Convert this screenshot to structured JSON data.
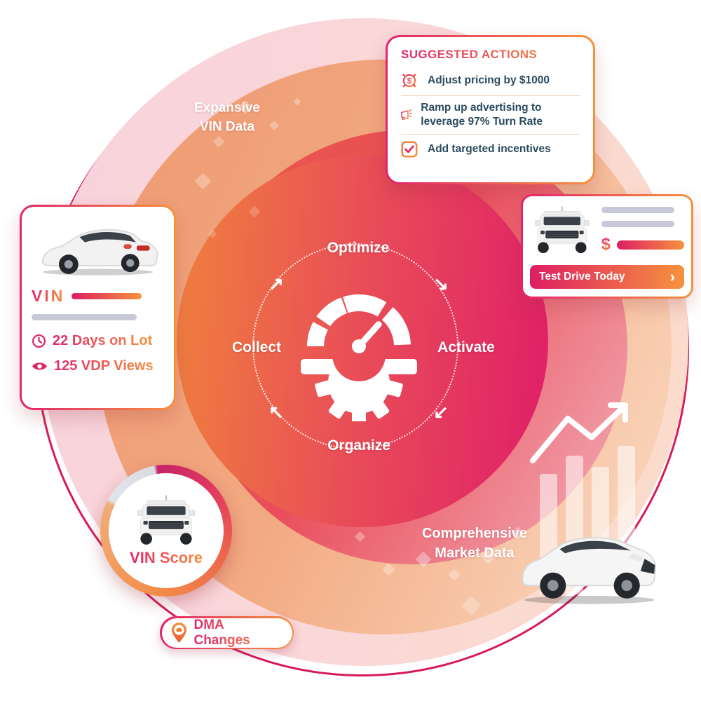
{
  "colors": {
    "accent_pink": "#E2246D",
    "accent_orange": "#F6923E",
    "dark_text": "#2B4A5F",
    "gray_bar": "#C7C9D6",
    "inner_circle_gradient": [
      "#F0813D",
      "#DF1E68"
    ],
    "outer_ring": "#F8D2DC"
  },
  "icons": {
    "dollar": "$",
    "chevron_right": "›",
    "cycle_arrows": [
      "↗",
      "↘",
      "↙",
      "↖"
    ],
    "clock": "clock-icon",
    "eye": "eye-icon",
    "price_gear": "gear-dollar-icon",
    "megaphone": "megaphone-icon",
    "checkbox": "checkbox-check-icon",
    "car_pin": "car-location-pin-icon",
    "trend": "trend-up-arrow-icon",
    "center": "gear-speedometer-icon"
  },
  "center_cycle": {
    "labels": {
      "top": "Optimize",
      "right": "Activate",
      "bottom": "Organize",
      "left": "Collect"
    }
  },
  "ring_labels": {
    "expansive": [
      "Expansive",
      "VIN Data"
    ],
    "comprehensive": [
      "Comprehensive",
      "Market Data"
    ]
  },
  "suggested_actions": {
    "title": "SUGGESTED ACTIONS",
    "items": [
      {
        "icon": "gear-dollar-icon",
        "text": "Adjust pricing by $1000"
      },
      {
        "icon": "megaphone-icon",
        "text": "Ramp up advertising to leverage 97% Turn Rate"
      },
      {
        "icon": "checkbox-check-icon",
        "text": "Add targeted incentives"
      }
    ]
  },
  "vin_card": {
    "title": "VIN",
    "stats": [
      {
        "icon": "clock-icon",
        "text": "22 Days on Lot"
      },
      {
        "icon": "eye-icon",
        "text": "125 VDP Views"
      }
    ]
  },
  "test_drive_card": {
    "dollar": "$",
    "button_label": "Test Drive Today",
    "chevron": "›"
  },
  "vin_score": {
    "label": "VIN Score"
  },
  "dma": {
    "label": "DMA Changes"
  }
}
